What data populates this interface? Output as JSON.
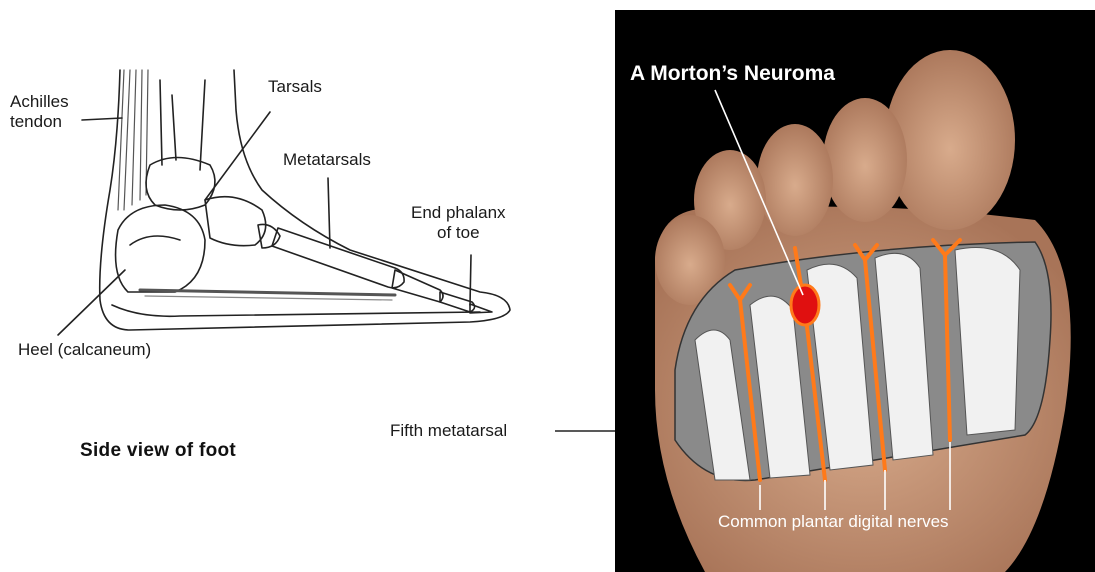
{
  "side_view": {
    "caption": "Side view of foot",
    "labels": {
      "achilles": "Achilles\ntendon",
      "tarsals": "Tarsals",
      "metatarsals": "Metatarsals",
      "end_phalanx": "End phalanx\nof toe",
      "heel": "Heel (calcaneum)"
    }
  },
  "sole_view": {
    "title": "A Morton’s Neuroma",
    "fifth_metatarsal": "Fifth metatarsal",
    "nerves": "Common plantar digital nerves"
  },
  "colors": {
    "background": "#ffffff",
    "photo_backdrop": "#000000",
    "skin": "#c99a7c",
    "bone": "#f0f0f0",
    "bone_shadow": "#8c8c8c",
    "nerve": "#ff7a1a",
    "neuroma": "#e01010",
    "line_art": "#222222"
  }
}
